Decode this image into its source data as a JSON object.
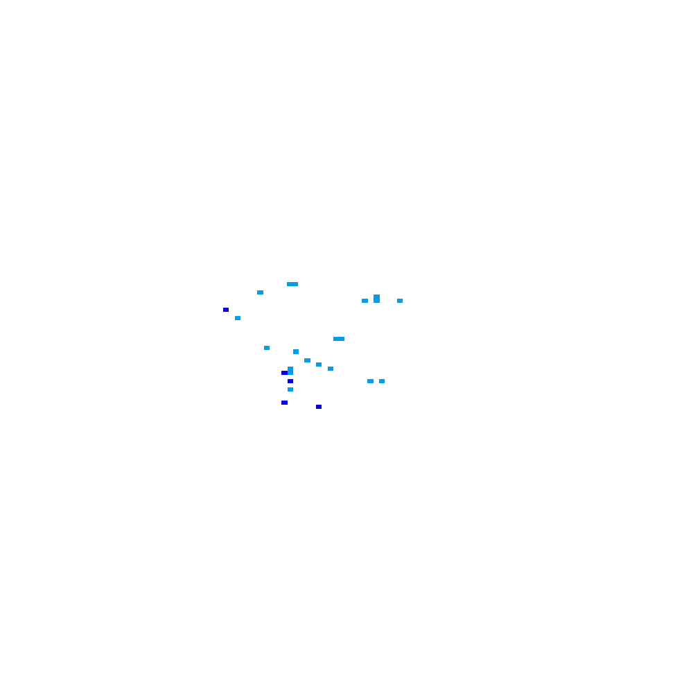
{
  "colors": {
    "background": "#ffffff",
    "light_blue": "#0a9be6",
    "dark_blue": "#0a00e6"
  },
  "pixel_groups": [
    {
      "id": "light-blue-pixels",
      "color_key": "light_blue",
      "count": 21
    },
    {
      "id": "dark-blue-pixels",
      "color_key": "dark_blue",
      "count": 5
    }
  ]
}
